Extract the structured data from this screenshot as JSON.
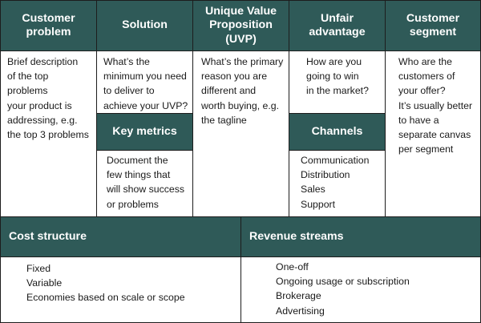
{
  "columns": [
    {
      "key": "customer_problem",
      "title": "Customer\nproblem",
      "body": "Brief description\nof the top problems\nyour product is\naddressing, e.g.\nthe top 3 problems"
    },
    {
      "key": "solution",
      "title": "Solution",
      "body": "What’s the\nminimum you need\nto deliver to\nachieve your UVP?"
    },
    {
      "key": "uvp",
      "title": "Unique Value\nProposition\n(UVP)",
      "body": "What’s the primary\nreason you are\ndifferent and\nworth buying, e.g.\nthe tagline"
    },
    {
      "key": "unfair_advantage",
      "title": "Unfair\nadvantage",
      "body": "How are you\ngoing to win\nin the market?"
    },
    {
      "key": "customer_segment",
      "title": "Customer\nsegment",
      "body": "Who are the\ncustomers of\nyour offer?\nIt’s usually better\nto have a\nseparate canvas\nper segment"
    }
  ],
  "key_metrics": {
    "title": "Key metrics",
    "body": "Document the\nfew things that\nwill show success\nor problems"
  },
  "channels": {
    "title": "Channels",
    "items": [
      "Communication",
      "Distribution",
      "Sales",
      "Support"
    ]
  },
  "cost_structure": {
    "title": "Cost structure",
    "items": [
      "Fixed",
      "Variable",
      "Economies based on scale or scope"
    ]
  },
  "revenue_streams": {
    "title": "Revenue streams",
    "items": [
      "One-off",
      "Ongoing usage or subscription",
      "Brokerage",
      "Advertising"
    ]
  },
  "colors": {
    "header_bg": "#2f5a58",
    "header_text": "#ffffff",
    "border": "#1d1d1d"
  }
}
